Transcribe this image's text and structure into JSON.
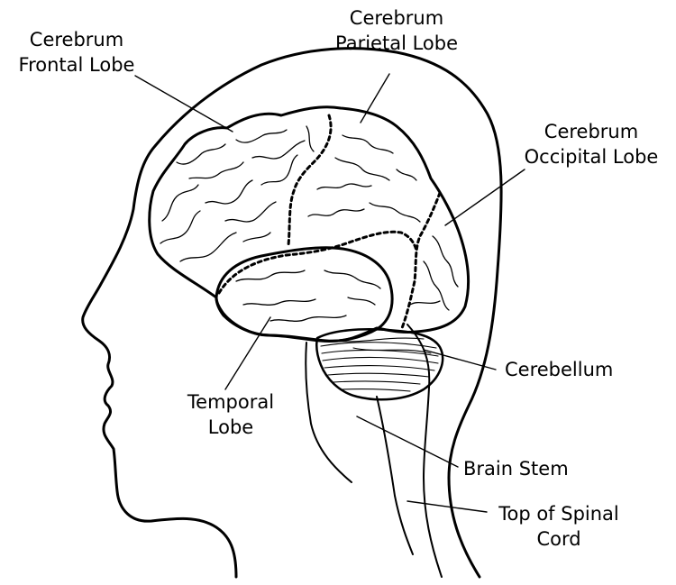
{
  "labels": {
    "frontal": [
      "Cerebrum",
      "Frontal Lobe"
    ],
    "parietal": [
      "Cerebrum",
      "Parietal Lobe"
    ],
    "occipital": [
      "Cerebrum",
      "Occipital Lobe"
    ],
    "cerebellum": [
      "Cerebellum"
    ],
    "temporal": [
      "Temporal",
      "Lobe"
    ],
    "brain_stem": [
      "Brain Stem"
    ],
    "spinal_cord": [
      "Top of Spinal",
      "Cord"
    ]
  },
  "colors": {
    "line": "#000000",
    "background": "#ffffff"
  }
}
